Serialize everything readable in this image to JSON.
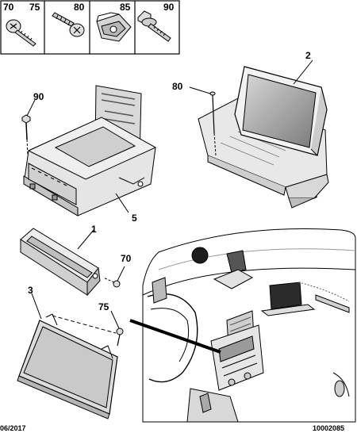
{
  "legend": [
    {
      "number": "70",
      "icon": "torx-screw-icon"
    },
    {
      "number": "75",
      "icon": "torx-screw-icon"
    },
    {
      "number": "80",
      "icon": "self-tapping-screw-icon"
    },
    {
      "number": "85",
      "icon": "clip-nut-icon"
    },
    {
      "number": "90",
      "icon": "flange-screw-icon"
    }
  ],
  "callouts": {
    "c1": "1",
    "c2": "2",
    "c3": "3",
    "c5": "5",
    "c70": "70",
    "c75": "75",
    "c80": "80",
    "c90": "90"
  },
  "footer": {
    "date": "06/2017",
    "ref": "10002085"
  },
  "colors": {
    "line": "#000000",
    "body_fill": "#e6e6e6",
    "shade_fill": "#bdbdbd",
    "screen_fill": "#8a8a8a"
  }
}
